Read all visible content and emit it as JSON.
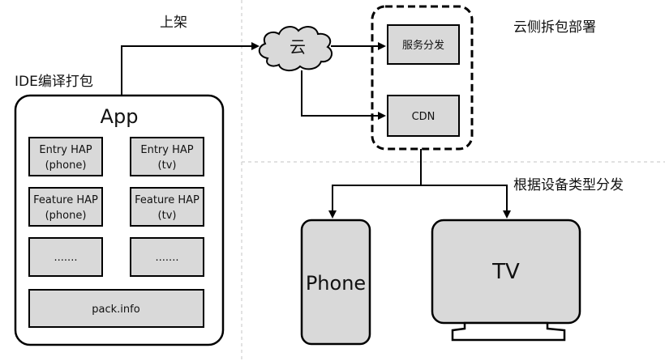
{
  "labels": {
    "ide_build": "IDE编译打包",
    "publish": "上架",
    "cloud_split": "云侧拆包部署",
    "by_device": "根据设备类型分发",
    "cloud": "云"
  },
  "app": {
    "title": "App",
    "modules": [
      {
        "line1": "Entry HAP",
        "line2": "(phone)"
      },
      {
        "line1": "Entry HAP",
        "line2": "(tv)"
      },
      {
        "line1": "Feature HAP",
        "line2": "(phone)"
      },
      {
        "line1": "Feature HAP",
        "line2": "(tv)"
      },
      {
        "line1": ".......",
        "line2": ""
      },
      {
        "line1": ".......",
        "line2": ""
      }
    ],
    "pack_info": "pack.info"
  },
  "cloud_services": {
    "service": "服务分发",
    "cdn": "CDN"
  },
  "devices": {
    "phone": "Phone",
    "tv": "TV"
  }
}
